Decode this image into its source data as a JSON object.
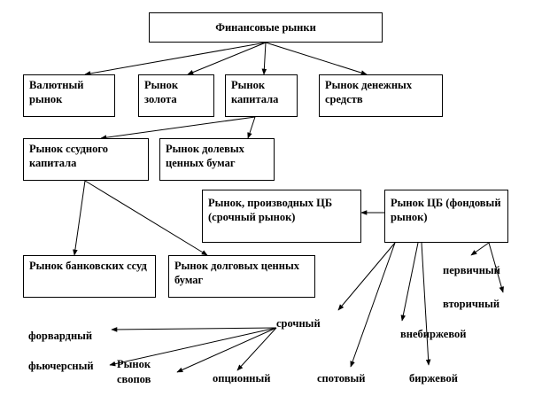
{
  "boxes": {
    "financial_markets": "Финансовые рынки",
    "currency_market": "Валютный рынок",
    "gold_market": "Рынок золота",
    "capital_market": "Рынок капитала",
    "money_market": "Рынок денежных средств",
    "loan_capital_market": "Рынок ссудного капитала",
    "equity_securities_market": "Рынок долевых ценных бумаг",
    "derivatives_market": "Рынок, производных ЦБ (срочный рынок)",
    "securities_market": "Рынок ЦБ (фондовый рынок)",
    "bank_loans_market": "Рынок банковских ссуд",
    "debt_securities_market": "Рынок долговых ценных бумаг"
  },
  "labels": {
    "primary": "первичный",
    "secondary": "вторичный",
    "forward": "срочный",
    "forward_contract": "форвардный",
    "futures": "фьючерсный",
    "swaps_market": "Рынок свопов",
    "options": "опционный",
    "spot": "спотовый",
    "otc": "внебиржевой",
    "exchange": "биржевой"
  }
}
